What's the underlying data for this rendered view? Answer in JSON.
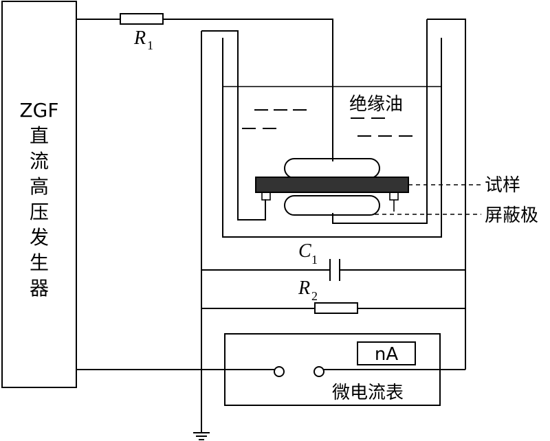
{
  "generator": {
    "model": "ZGF",
    "chars": [
      "直",
      "流",
      "高",
      "压",
      "发",
      "生",
      "器"
    ]
  },
  "labels": {
    "r1": "R",
    "r1_sub": "1",
    "c1": "C",
    "c1_sub": "1",
    "r2": "R",
    "r2_sub": "2",
    "insulating_oil": "绝缘油",
    "sample": "试样",
    "shield": "屏蔽极",
    "nA": "nA",
    "microammeter": "微电流表"
  },
  "colors": {
    "line": "#000000",
    "sample_fill": "#333333",
    "electrode_fill": "#e8e8e8",
    "background": "#ffffff"
  },
  "icons": {
    "ground": "ground-symbol"
  }
}
